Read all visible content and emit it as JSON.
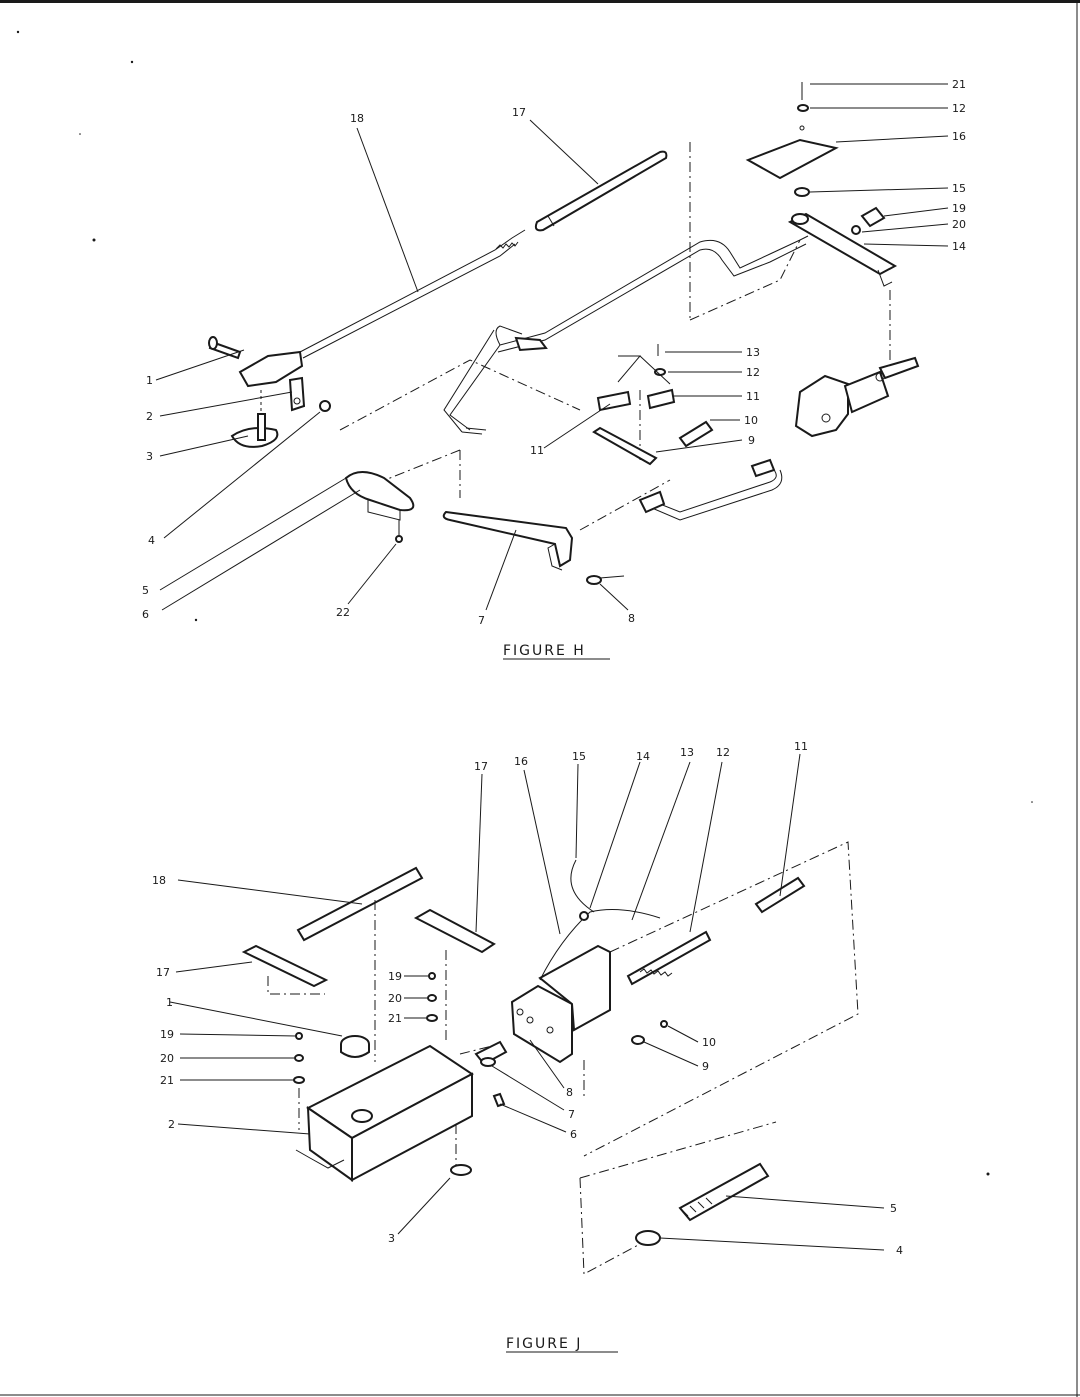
{
  "figure_h": {
    "caption": "FIGURE H",
    "labels": {
      "p1": "1",
      "p2": "2",
      "p3": "3",
      "p4": "4",
      "p5": "5",
      "p6": "6",
      "p7": "7",
      "p8": "8",
      "p9": "9",
      "p10": "10",
      "p11a": "11",
      "p11b": "11",
      "p12a": "12",
      "p12b": "12",
      "p13": "13",
      "p14": "14",
      "p15": "15",
      "p16": "16",
      "p17": "17",
      "p18": "18",
      "p19": "19",
      "p20": "20",
      "p21": "21",
      "p22": "22"
    }
  },
  "figure_j": {
    "caption": "FIGURE J",
    "labels": {
      "p1": "1",
      "p2": "2",
      "p3": "3",
      "p4": "4",
      "p5": "5",
      "p6": "6",
      "p7": "7",
      "p8": "8",
      "p9": "9",
      "p10": "10",
      "p11": "11",
      "p12": "12",
      "p13": "13",
      "p14": "14",
      "p15": "15",
      "p16": "16",
      "p17a": "17",
      "p17b": "17",
      "p18": "18",
      "p19a": "19",
      "p19b": "19",
      "p20a": "20",
      "p20b": "20",
      "p21a": "21",
      "p21b": "21"
    }
  }
}
